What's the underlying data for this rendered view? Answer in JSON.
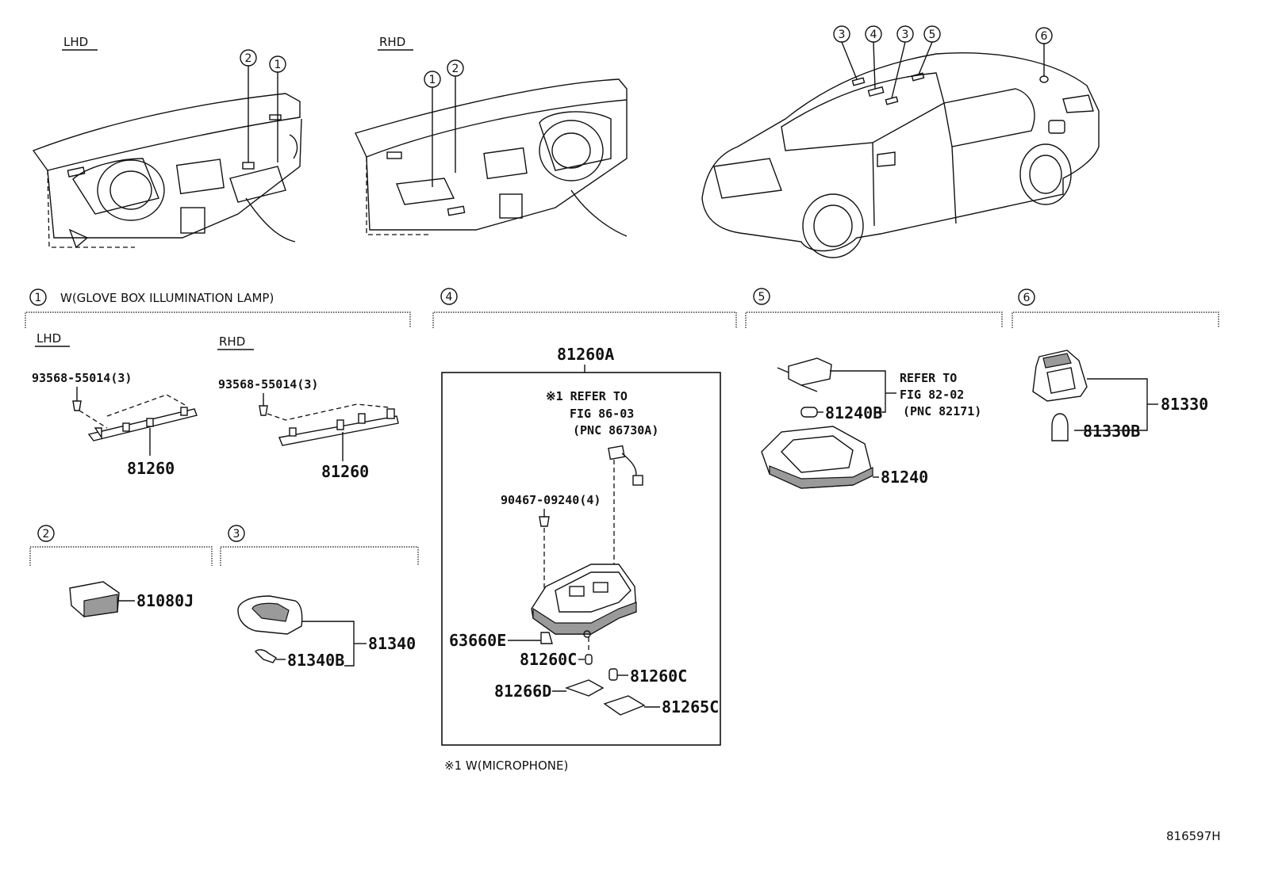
{
  "diagram": {
    "views": {
      "lhd_label": "LHD",
      "rhd_label": "RHD"
    },
    "callouts": {
      "c1": "1",
      "c2": "2",
      "c3": "3",
      "c4": "4",
      "c5": "5",
      "c6": "6"
    },
    "sections": {
      "s1_title": "W(GLOVE BOX ILLUMINATION LAMP)",
      "s1_lhd": "LHD",
      "s1_rhd": "RHD"
    },
    "parts": {
      "screw_lhd": "93568-55014(3)",
      "screw_rhd": "93568-55014(3)",
      "lamp_lhd": "81260",
      "lamp_rhd": "81260",
      "p81080J": "81080J",
      "p81340": "81340",
      "p81340B": "81340B",
      "p81260A": "81260A",
      "p90467": "90467-09240(4)",
      "p63660E": "63660E",
      "p81260C_a": "81260C",
      "p81260C_b": "81260C",
      "p81266D": "81266D",
      "p81265C": "81265C",
      "p81240B": "81240B",
      "p81240": "81240",
      "p81330": "81330",
      "p81330B": "81330B"
    },
    "notes": {
      "ref1_l1": "※1 REFER TO",
      "ref1_l2": "FIG 86-03",
      "ref1_l3": "(PNC 86730A)",
      "ref2_l1": "REFER TO",
      "ref2_l2": "FIG 82-02",
      "ref2_l3": "(PNC 82171)",
      "footnote": "※1 W(MICROPHONE)",
      "drawing_id": "816597H"
    }
  }
}
